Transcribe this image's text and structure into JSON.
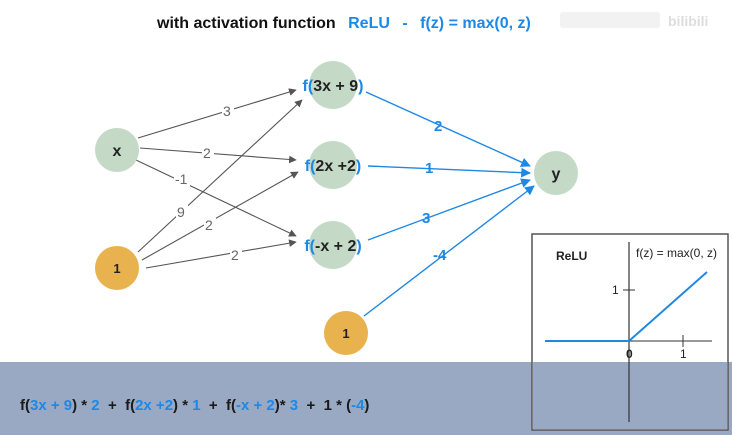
{
  "title": {
    "prefix": "with activation function",
    "name": "ReLU",
    "separator": "-",
    "formula": "f(z) = max(0, z)"
  },
  "watermark": "bilibili",
  "nodes": {
    "x": "x",
    "bias_in": "1",
    "bias_hidden": "1",
    "y": "y",
    "h1": {
      "f": "f(",
      "expr": "3x + 9",
      "close": ")"
    },
    "h2": {
      "f": "f(",
      "expr": "2x +2",
      "close": ")"
    },
    "h3": {
      "f": "f(",
      "expr": "-x + 2",
      "close": ")"
    }
  },
  "weights_in": {
    "x_h1": "3",
    "x_h2": "2",
    "x_h3": "-1",
    "b_h1": "9",
    "b_h2": "2",
    "b_h3": "2"
  },
  "weights_out": {
    "h1": "2",
    "h2": "1",
    "h3": "3",
    "bias": "-4"
  },
  "colors": {
    "node_green": "#c4d9c6",
    "node_orange": "#e8b24e",
    "blue": "#1e88e5",
    "gray_edge": "#555555",
    "bottom_band": "#9aa9c3"
  },
  "formula_bar": [
    {
      "t": "f(",
      "c": "black"
    },
    {
      "t": "3x + 9",
      "c": "blue"
    },
    {
      "t": ") * ",
      "c": "black"
    },
    {
      "t": "2",
      "c": "blue"
    },
    {
      "t": "  +  ",
      "c": "black"
    },
    {
      "t": "f(",
      "c": "black"
    },
    {
      "t": "2x +2",
      "c": "blue"
    },
    {
      "t": ") * ",
      "c": "black"
    },
    {
      "t": "1",
      "c": "blue"
    },
    {
      "t": "  +  ",
      "c": "black"
    },
    {
      "t": "f(",
      "c": "black"
    },
    {
      "t": "-x + 2",
      "c": "blue"
    },
    {
      "t": ")* ",
      "c": "black"
    },
    {
      "t": "3",
      "c": "blue"
    },
    {
      "t": "  +  ",
      "c": "black"
    },
    {
      "t": "1 * (",
      "c": "black"
    },
    {
      "t": "-4",
      "c": "blue"
    },
    {
      "t": ")",
      "c": "black"
    }
  ],
  "inset": {
    "name": "ReLU",
    "formula": "f(z) = max(0, z)",
    "tick_y": "1",
    "tick_x": "1",
    "origin": "0"
  }
}
